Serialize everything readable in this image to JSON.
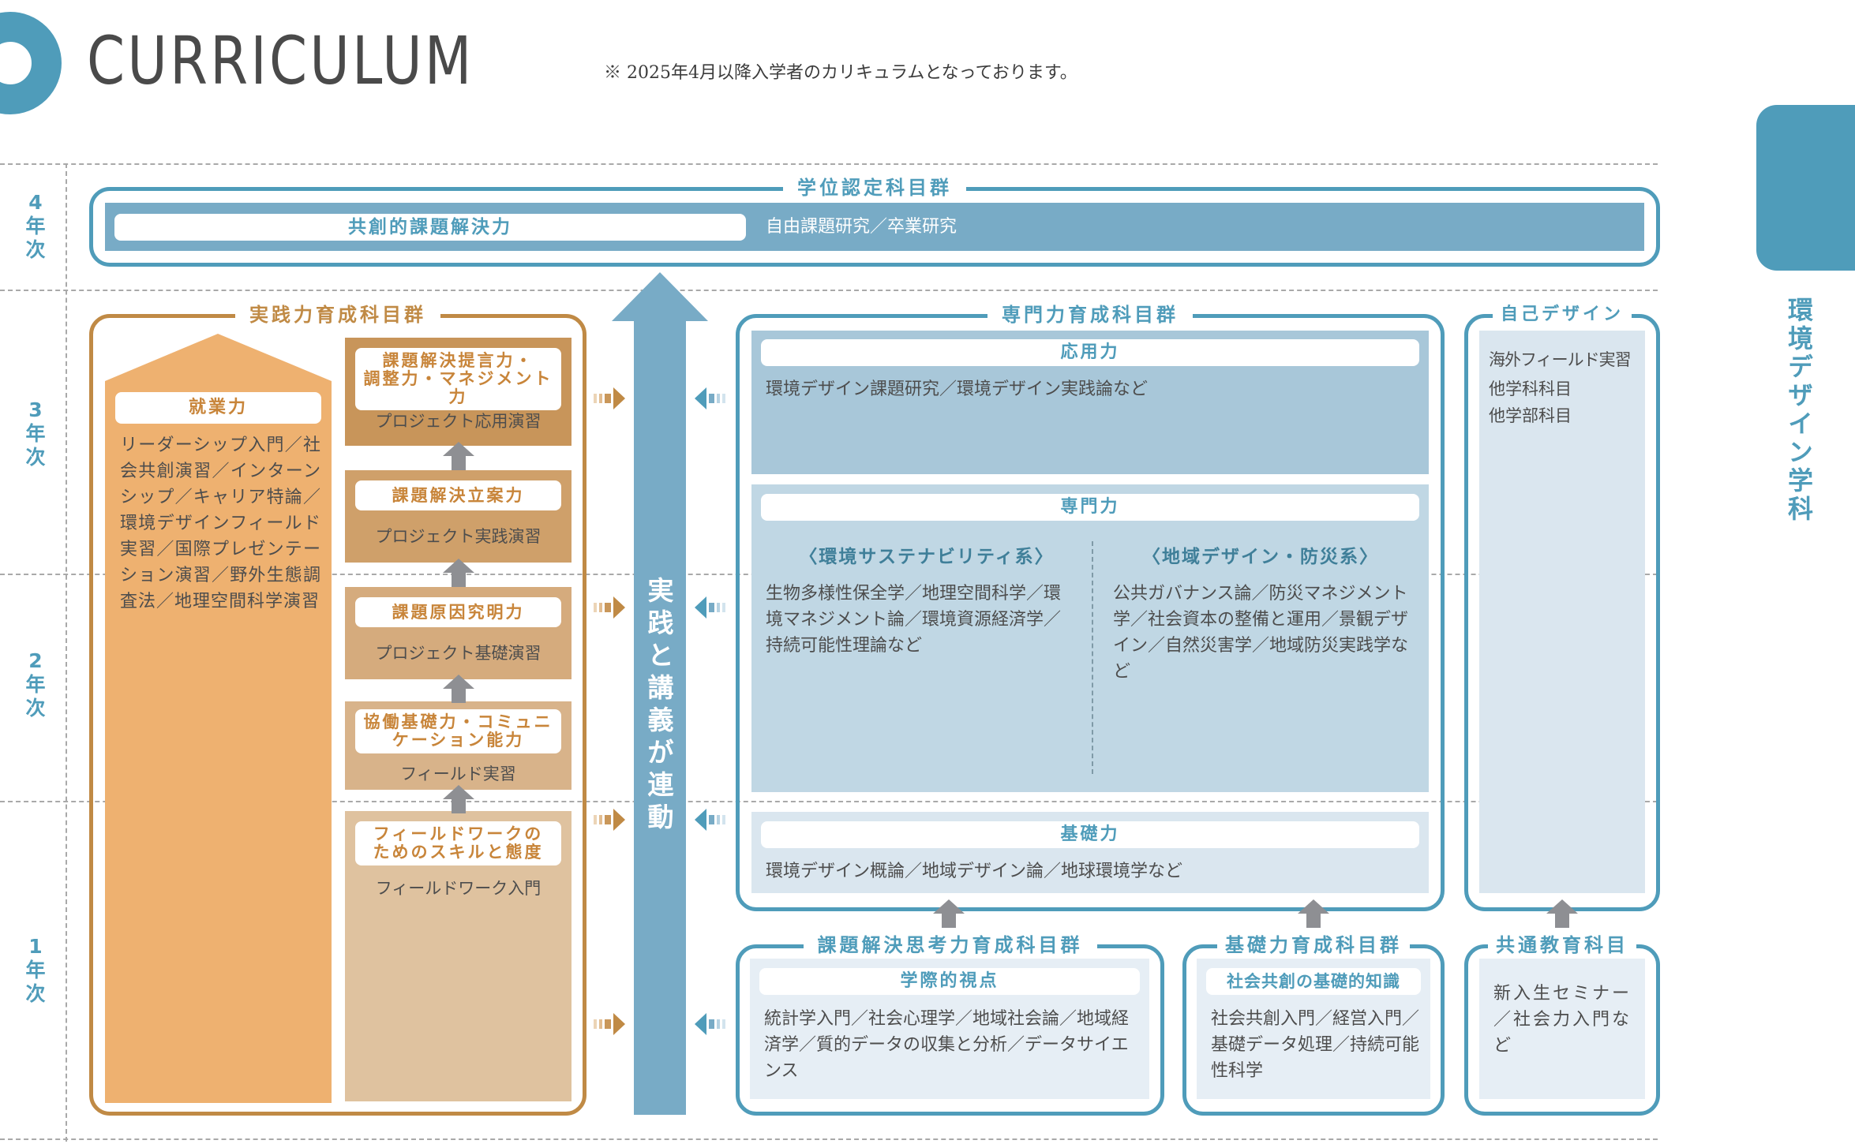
{
  "header": {
    "title": "CURRICULUM",
    "note": "※ 2025年4月以降入学者のカリキュラムとなっております。"
  },
  "department": {
    "name": "環境デザイン学科"
  },
  "years": [
    {
      "num": "4",
      "suffix1": "年",
      "suffix2": "次"
    },
    {
      "num": "3",
      "suffix1": "年",
      "suffix2": "次"
    },
    {
      "num": "2",
      "suffix1": "年",
      "suffix2": "次"
    },
    {
      "num": "1",
      "suffix1": "年",
      "suffix2": "次"
    }
  ],
  "degree_group": {
    "title": "学位認定科目群",
    "ability": "共創的課題解決力",
    "courses": "自由課題研究／卒業研究"
  },
  "practical_group": {
    "title": "実践力育成科目群",
    "employability": {
      "label": "就業力",
      "courses": "リーダーシップ入門／社会共創演習／インターンシップ／キャリア特論／環境デザインフィールド実習／国際プレゼンテーション演習／野外生態調査法／地理空間科学演習"
    },
    "stages": [
      {
        "ability_line1": "課題解決提言力・",
        "ability_line2": "調整力・マネジメント力",
        "course": "プロジェクト応用演習",
        "color": "#c8955a"
      },
      {
        "ability_line1": "課題解決立案力",
        "ability_line2": "",
        "course": "プロジェクト実践演習",
        "color": "#cfa06a"
      },
      {
        "ability_line1": "課題原因究明力",
        "ability_line2": "",
        "course": "プロジェクト基礎演習",
        "color": "#d5ab7d"
      },
      {
        "ability_line1": "協働基礎力・コミュニ",
        "ability_line2": "ケーション能力",
        "course": "フィールド実習",
        "color": "#d8b38a"
      },
      {
        "ability_line1": "フィールドワークの",
        "ability_line2": "ためのスキルと態度",
        "course": "フィールドワーク入門",
        "color": "#dfc29f"
      }
    ]
  },
  "center_arrow": {
    "label": "実践と講義が連動"
  },
  "specialized_group": {
    "title": "専門力育成科目群",
    "applied": {
      "label": "応用力",
      "courses": "環境デザイン課題研究／環境デザイン実践論など"
    },
    "specialized": {
      "label": "専門力",
      "tracks": [
        {
          "name": "〈環境サステナビリティ系〉",
          "courses": "生物多様性保全学／地理空間科学／環境マネジメント論／環境資源経済学／持続可能性理論など"
        },
        {
          "name": "〈地域デザイン・防災系〉",
          "courses": "公共ガバナンス論／防災マネジメント学／社会資本の整備と運用／景観デザイン／自然災害学／地域防災実践学など"
        }
      ]
    },
    "basic": {
      "label": "基礎力",
      "courses": "環境デザイン概論／地域デザイン論／地球環境学など"
    }
  },
  "self_design": {
    "title": "自己デザイン",
    "items": [
      "海外フィールド実習",
      "他学科科目",
      "他学部科目"
    ]
  },
  "problem_solving_group": {
    "title": "課題解決思考力育成科目群",
    "label": "学際的視点",
    "courses": "統計学入門／社会心理学／地域社会論／地域経済学／質的データの収集と分析／データサイエンス"
  },
  "foundation_group": {
    "title": "基礎力育成科目群",
    "label": "社会共創の基礎的知識",
    "courses": "社会共創入門／経営入門／基礎データ処理／持続可能性科学"
  },
  "common_group": {
    "title": "共通教育科目",
    "courses": "新入生セミナー／社会力入門など"
  },
  "colors": {
    "accent_blue": "#4f9cba",
    "accent_orange": "#c08a45",
    "employability": "#eeb170",
    "arrow_gray": "#8e8f93"
  }
}
